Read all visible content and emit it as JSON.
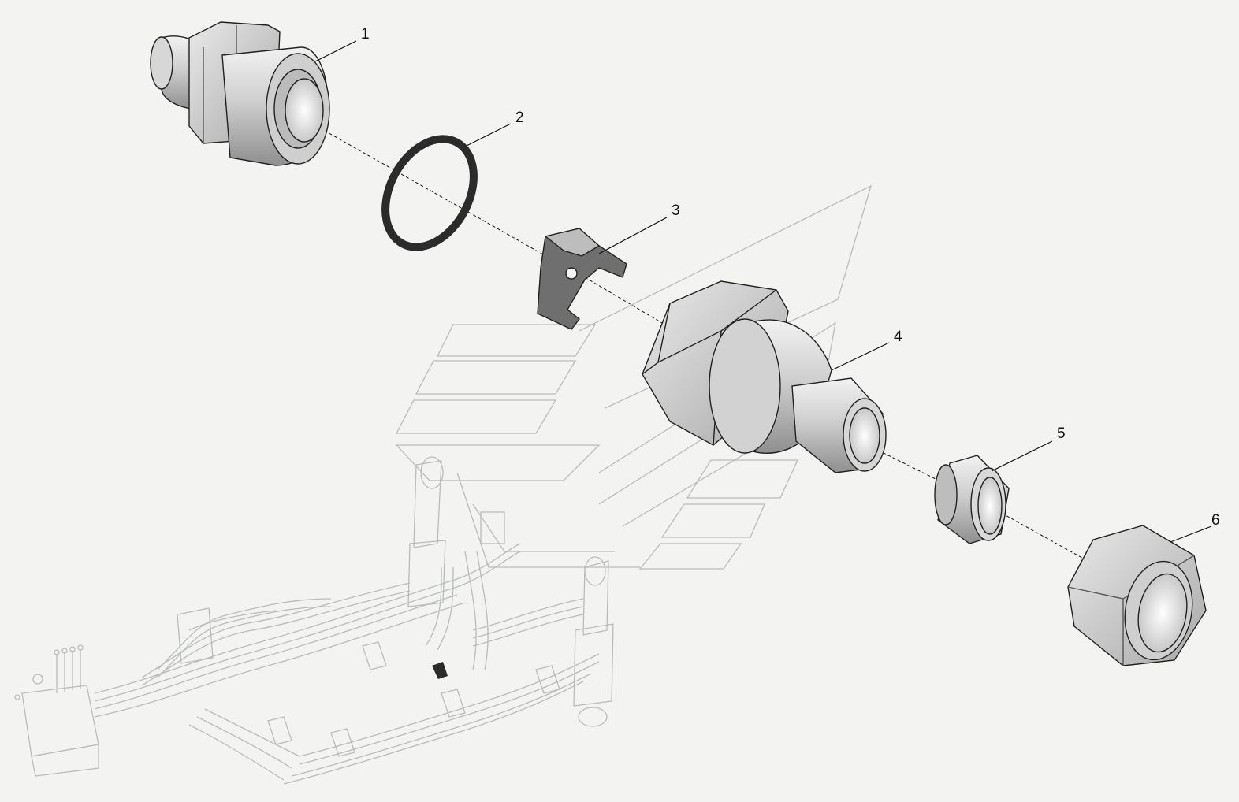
{
  "diagram": {
    "callouts": [
      {
        "id": "1",
        "label": "1"
      },
      {
        "id": "2",
        "label": "2"
      },
      {
        "id": "3",
        "label": "3"
      },
      {
        "id": "4",
        "label": "4"
      },
      {
        "id": "5",
        "label": "5"
      },
      {
        "id": "6",
        "label": "6"
      }
    ],
    "colors": {
      "background": "#f3f4f1",
      "line": "#111111",
      "faint_line": "#b9bcb8",
      "part_light": "#e4e4e4",
      "part_mid": "#bdbdbd",
      "part_dark": "#8e8e8e",
      "oring": "#2b2b2b"
    }
  }
}
